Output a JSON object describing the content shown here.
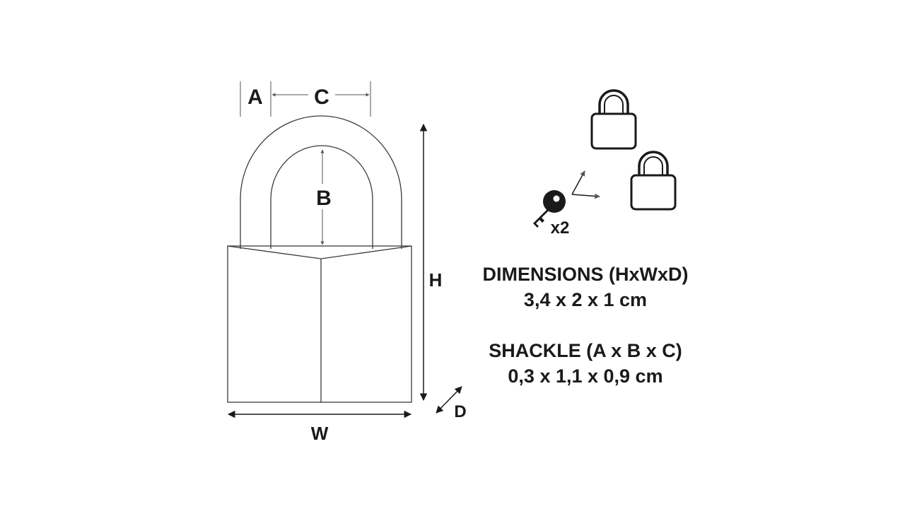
{
  "labels": {
    "a": "A",
    "b": "B",
    "c": "C",
    "h": "H",
    "w": "W",
    "d": "D"
  },
  "key": {
    "icon": "key-icon",
    "count": "x2"
  },
  "padlock_icons": [
    "padlock-icon",
    "padlock-icon"
  ],
  "dimensions": {
    "heading": "DIMENSIONS (HxWxD)",
    "value": "3,4 x 2 x 1 cm"
  },
  "shackle": {
    "heading": "SHACKLE (A x B x C)",
    "value": "0,3 x 1,1 x 0,9 cm"
  },
  "colors": {
    "line": "#3a3a3a",
    "text": "#1a1a1a"
  }
}
